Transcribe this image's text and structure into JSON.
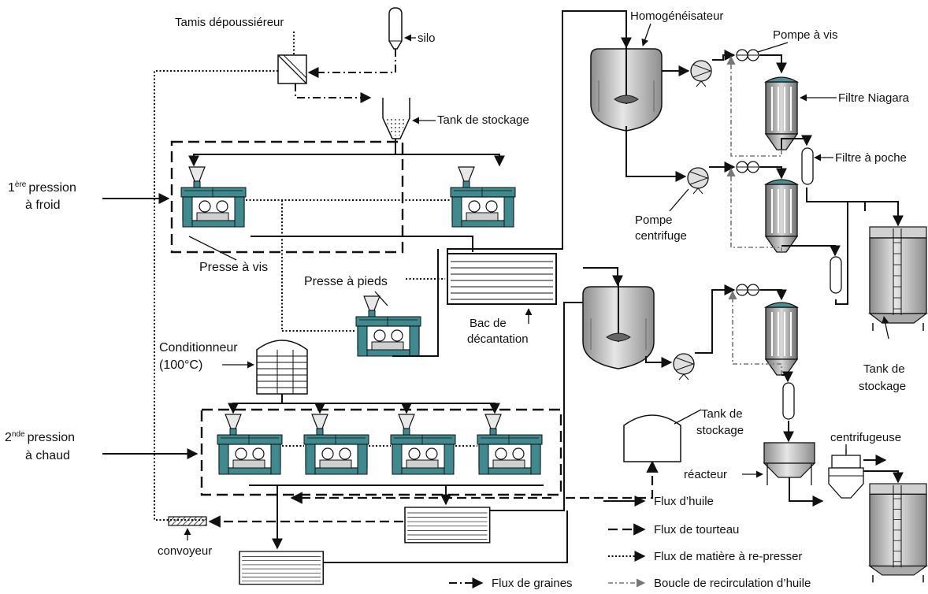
{
  "labels": {
    "tamis": "Tamis dépoussiéreur",
    "silo": "silo",
    "tank_stockage_top": "Tank de stockage",
    "first_press_line1": "pression",
    "first_press_sup": "ère",
    "first_press_num": "1",
    "first_press_line2": "à froid",
    "presse_a_vis": "Presse à vis",
    "presse_a_pieds": "Presse à pieds",
    "bac_line1": "Bac de",
    "bac_line2": "décantation",
    "conditionneur_line1": "Conditionneur",
    "conditionneur_line2": "(100°C)",
    "second_press_num": "2",
    "second_press_sup": "nde",
    "second_press_line1": "pression",
    "second_press_line2": "à chaud",
    "convoyeur": "convoyeur",
    "homogeneisateur": "Homogénéisateur",
    "pompe_a_vis": "Pompe à vis",
    "filtre_niagara": "Filtre Niagara",
    "filtre_a_poche": "Filtre à poche",
    "pompe_centrifuge_line1": "Pompe",
    "pompe_centrifuge_line2": "centrifuge",
    "tank_right_line1": "Tank de",
    "tank_right_line2": "stockage",
    "tank_mid_line1": "Tank de",
    "tank_mid_line2": "stockage",
    "centrifugeuse": "centrifugeuse",
    "reacteur": "réacteur"
  },
  "legend": {
    "oil": "Flux d’huile",
    "cake": "Flux de tourteau",
    "repress": "Flux de matière à re-presser",
    "grain": "Flux de graines",
    "recirc": "Boucle de recirculation d’huile"
  },
  "colors": {
    "press_teal": "#3f8a8f",
    "tank_grey": "#b8b8b8",
    "filter_teal": "#4f8e92"
  }
}
